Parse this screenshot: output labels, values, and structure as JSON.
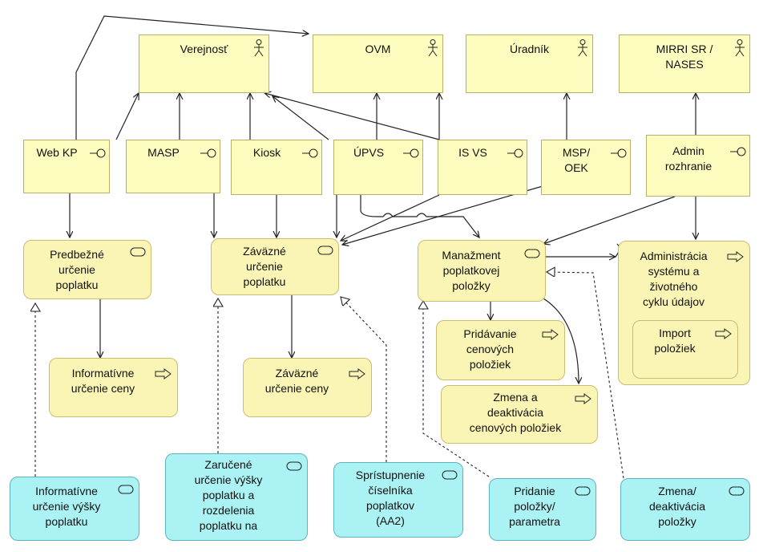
{
  "actors": {
    "verejnost": "Verejnosť",
    "ovm": "OVM",
    "uradnik": "Úradník",
    "mirri": "MIRRI SR /\nNASES"
  },
  "interfaces": {
    "webkp": "Web KP",
    "masp": "MASP",
    "kiosk": "Kiosk",
    "upvs": "ÚPVS",
    "isvs": "IS VS",
    "mspoek": "MSP/\nOEK",
    "admin": "Admin\nrozhranie"
  },
  "functions": {
    "predbezne": "Predbežné\nurčenie\npoplatku",
    "zavazne": "Záväzné\nurčenie\npoplatku",
    "manazment": "Manažment\npoplatkovej\npoložky",
    "administracia": "Administrácia\nsystému a\nživotného\ncyklu údajov",
    "informativne_ceny": "Informatívne\nurčenie ceny",
    "zavazne_ceny": "Záväzné\nurčenie ceny",
    "pridavanie": "Pridávanie\ncenových\npoložiek",
    "zmena_deakt": "Zmena a\ndeaktivácia\ncenových položiek",
    "import": "Import\npoložiek"
  },
  "services": {
    "informativne_vysky": "Informatívne\nurčenie výšky\npoplatku",
    "zarucene": "Zaručené\nurčenie výšky\npoplatku a\nrozdelenia\npoplatku na",
    "spristupnenie": "Sprístupnenie\nčíselníka\npoplatkov\n(AA2)",
    "pridanie": "Pridanie\npoložky/\nparametra",
    "zmena_deaktivacia": "Zmena/\ndeaktivácia\npoložky"
  },
  "colors": {
    "yellow_fill": "#fdfcbf",
    "func_fill": "#fbf5b5",
    "service_fill": "#aaf2f3",
    "line": "#222222"
  },
  "icons": {
    "actor": "stick-figure-icon",
    "interface": "lollipop-interface-icon",
    "function": "rounded-pill-icon",
    "process": "arrow-process-icon"
  }
}
